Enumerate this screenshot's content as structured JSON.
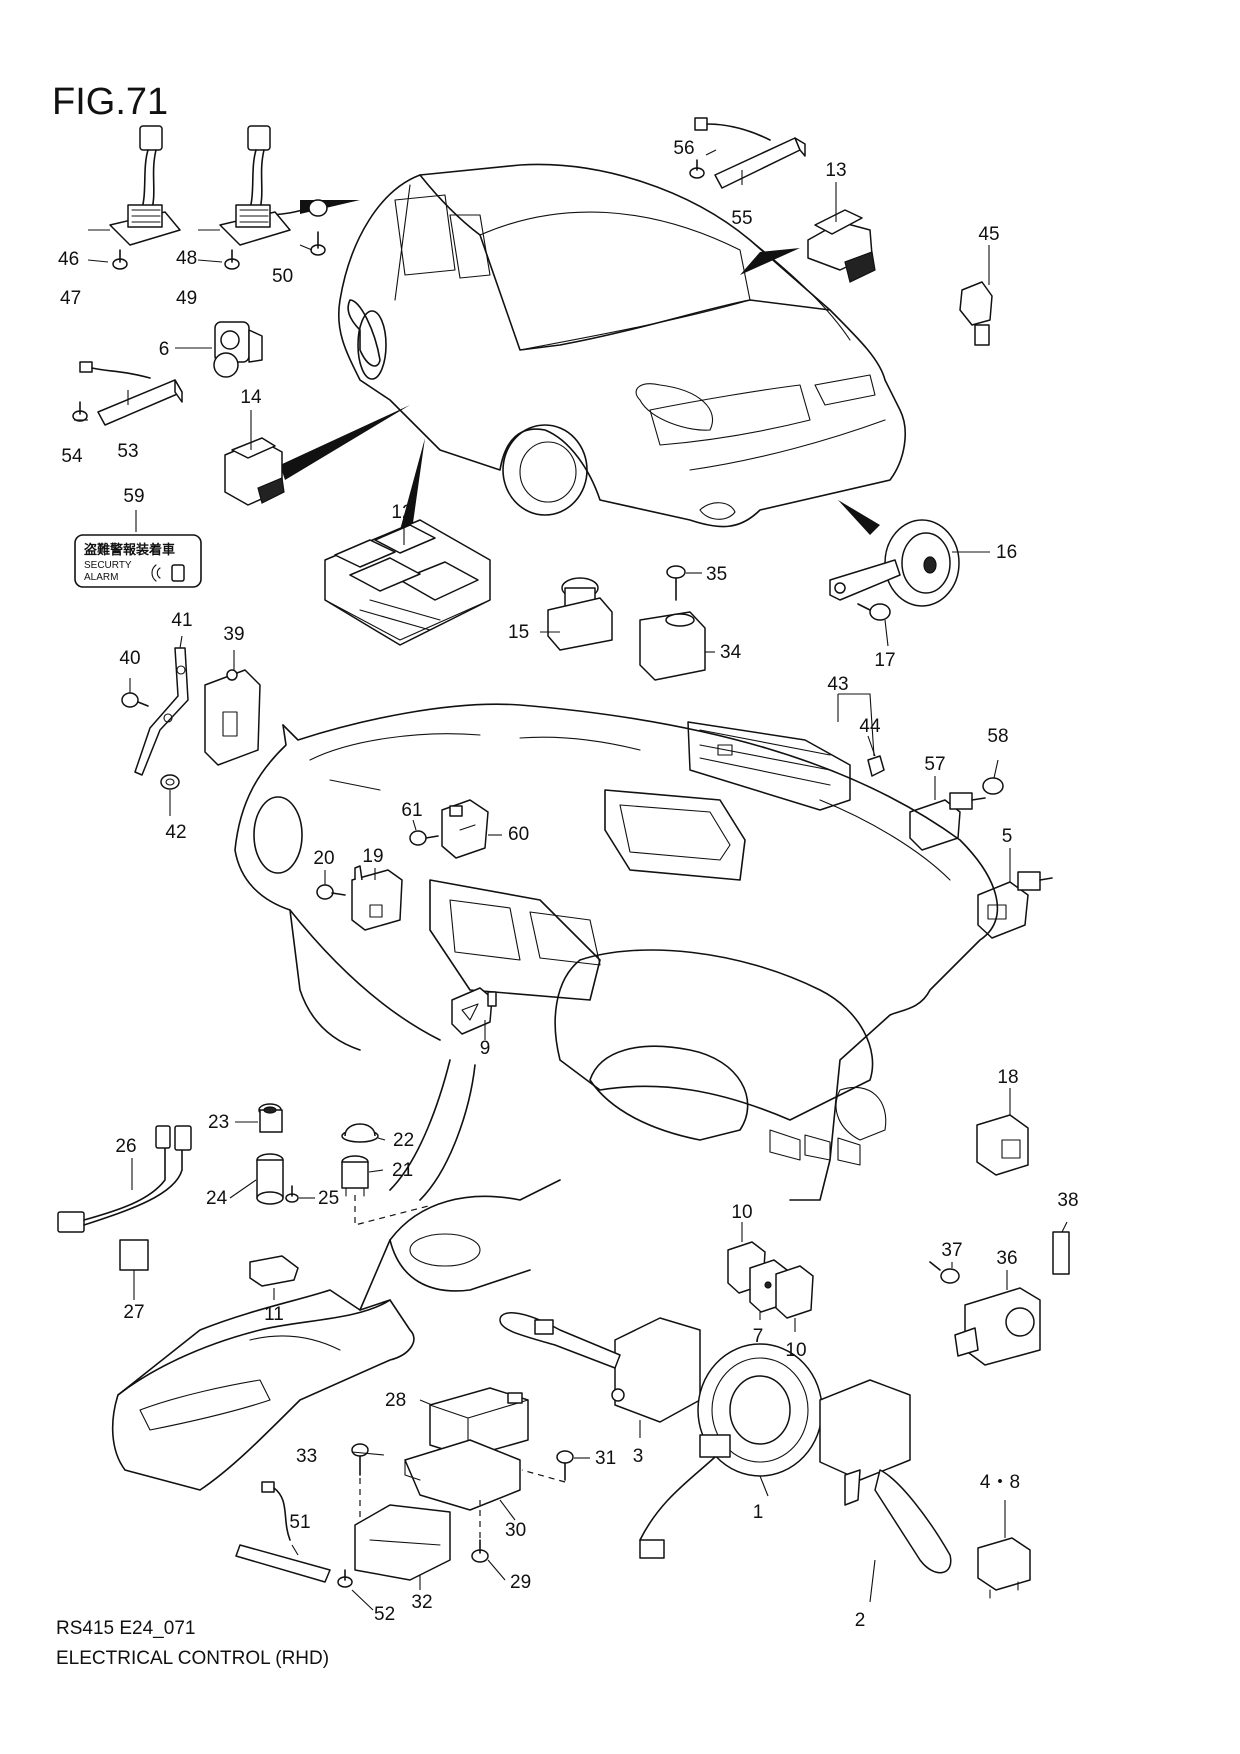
{
  "figure": {
    "title": "FIG.71",
    "footer_code": "RS415 E24_071",
    "footer_caption": "ELECTRICAL CONTROL (RHD)"
  },
  "security_label": {
    "jp_text": "盗難警報装着車",
    "en_line1": "SECURTY",
    "en_line2": "ALARM"
  },
  "callouts": [
    "1",
    "2",
    "3",
    "4・8",
    "5",
    "6",
    "7",
    "9",
    "10",
    "10",
    "11",
    "12",
    "13",
    "14",
    "15",
    "16",
    "17",
    "18",
    "19",
    "20",
    "21",
    "22",
    "23",
    "24",
    "25",
    "26",
    "27",
    "28",
    "29",
    "30",
    "31",
    "32",
    "33",
    "34",
    "35",
    "36",
    "37",
    "38",
    "39",
    "40",
    "41",
    "42",
    "43",
    "44",
    "45",
    "46",
    "47",
    "48",
    "49",
    "50",
    "51",
    "52",
    "53",
    "54",
    "55",
    "56",
    "57",
    "58",
    "59",
    "60",
    "61"
  ]
}
